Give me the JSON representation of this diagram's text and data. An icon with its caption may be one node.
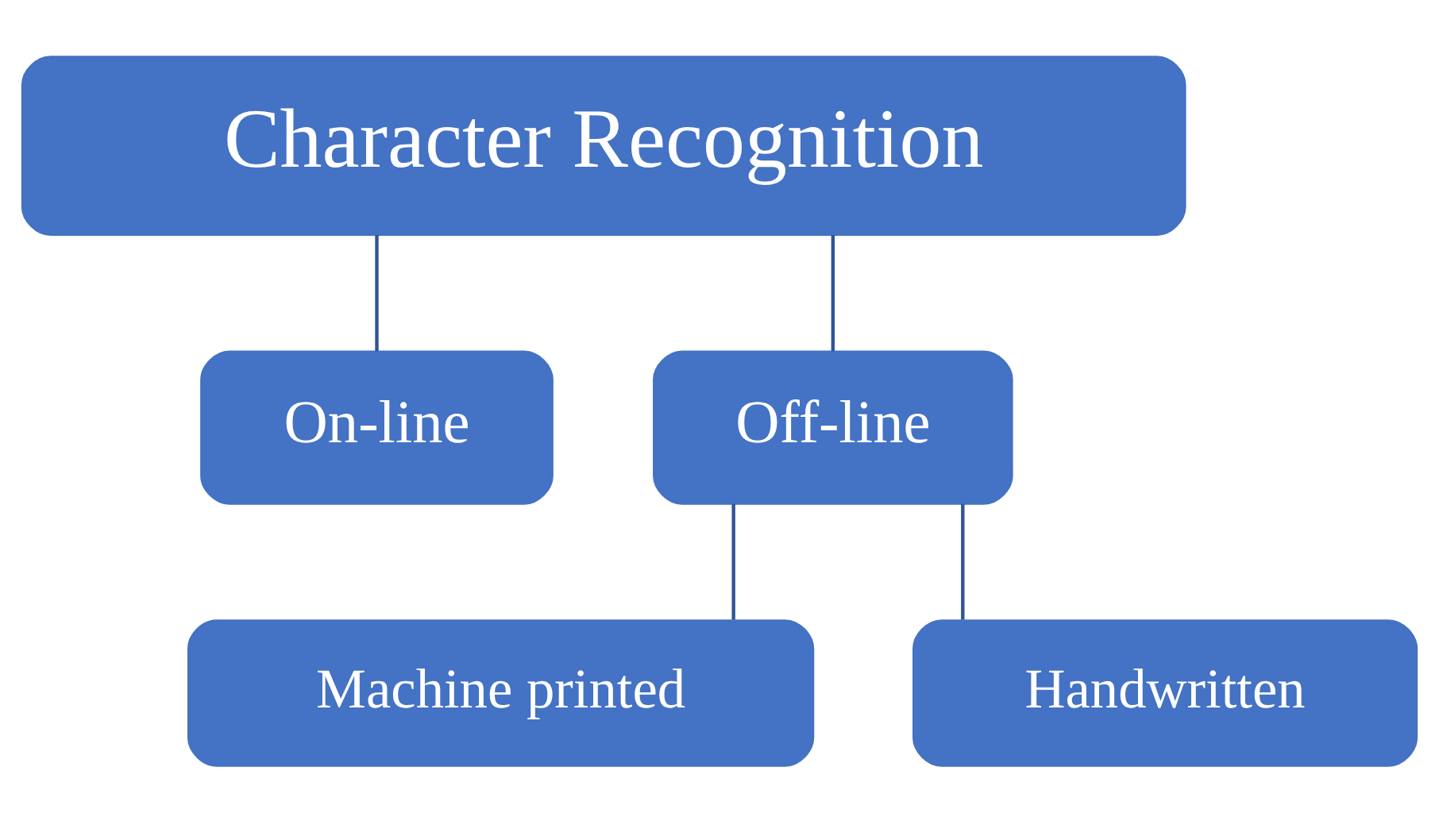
{
  "diagram": {
    "nodes": [
      {
        "text": [
          "Character Recognition"
        ]
      },
      {
        "text": [
          "On-line"
        ]
      },
      {
        "text": [
          "Off-line"
        ]
      },
      {
        "text": [
          "Machine printed"
        ]
      },
      {
        "text": [
          "Handwritten"
        ]
      }
    ],
    "edges": [
      {
        "from": 0,
        "to": 1,
        "arrow": "none"
      },
      {
        "from": 0,
        "to": 2,
        "arrow": "none"
      },
      {
        "from": 2,
        "to": 3,
        "arrow": "none"
      },
      {
        "from": 2,
        "to": 4,
        "arrow": "none"
      }
    ]
  }
}
